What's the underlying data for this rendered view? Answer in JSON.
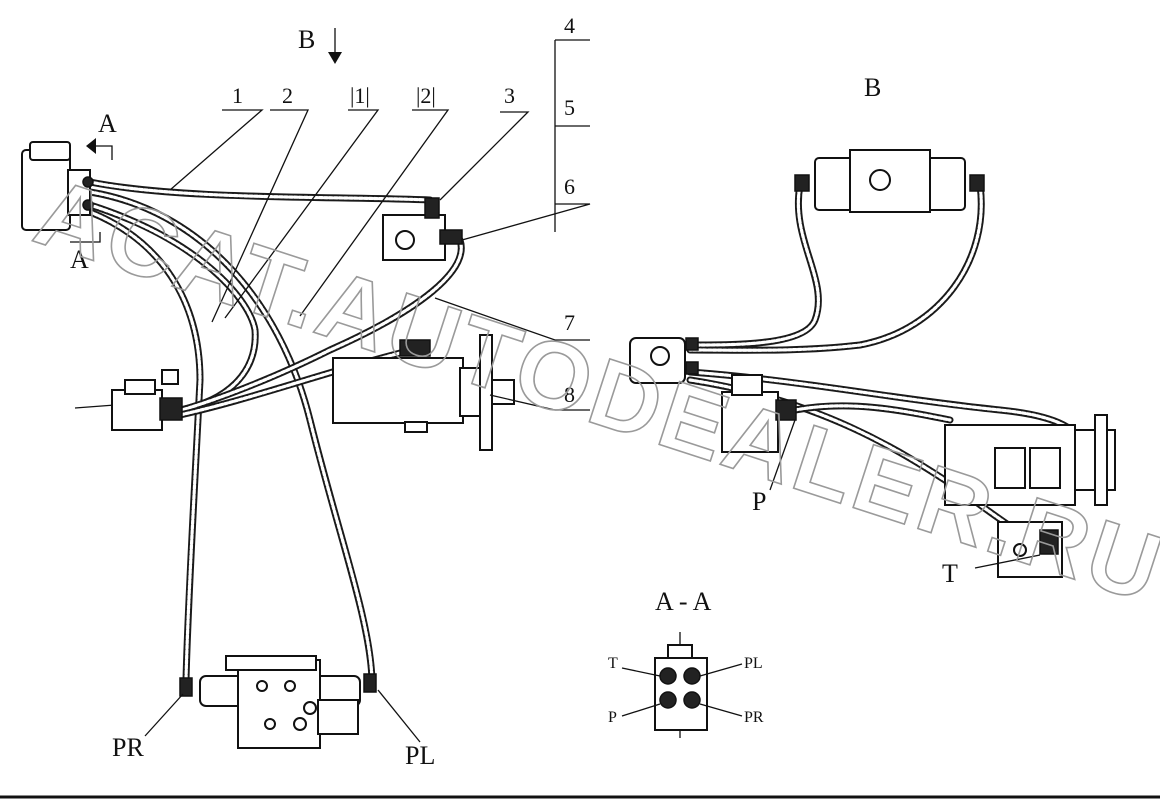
{
  "watermark": "ACAT.AUTODEALER.RU",
  "left_view": {
    "view_arrow_label": "B",
    "section_label_top": "A",
    "section_label_bottom": "A",
    "callouts": [
      "1",
      "2",
      "|1|",
      "|2|",
      "3",
      "4",
      "5",
      "6",
      "7",
      "8"
    ],
    "port_labels": {
      "pr": "PR",
      "pl": "PL"
    }
  },
  "right_view": {
    "title": "B",
    "port_labels": {
      "p": "P",
      "t": "T"
    }
  },
  "section_view": {
    "title": "A - A",
    "ports": {
      "t": "T",
      "pl": "PL",
      "p": "P",
      "pr": "PR"
    }
  }
}
